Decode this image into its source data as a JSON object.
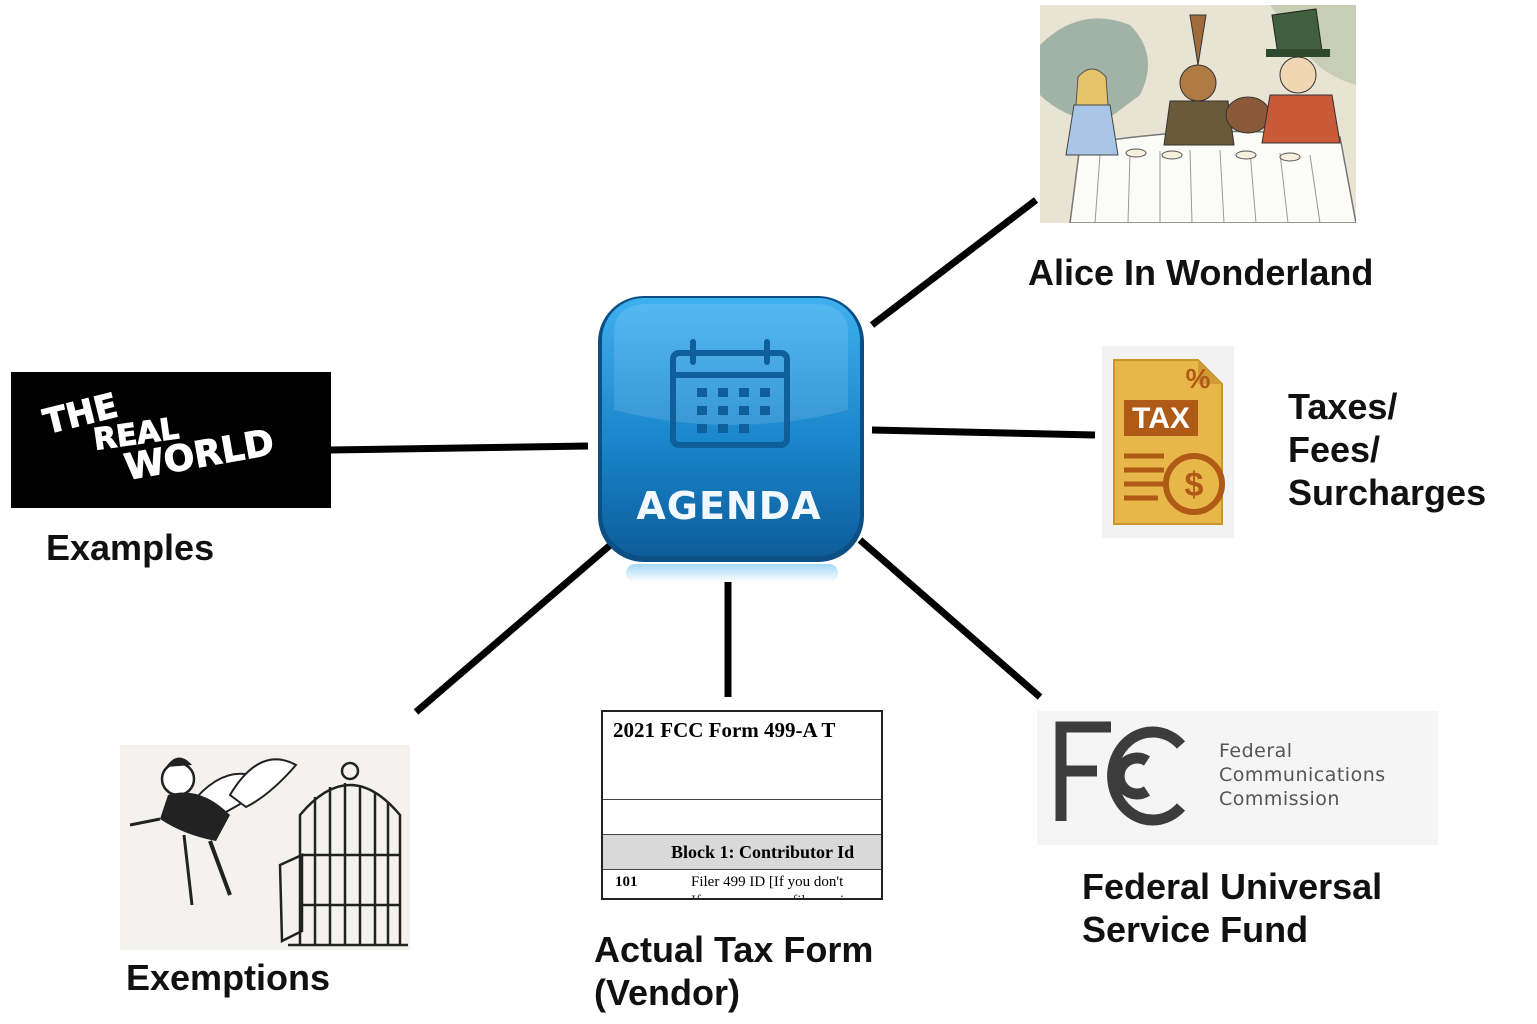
{
  "center": {
    "label": "AGENDA"
  },
  "nodes": {
    "alice": {
      "label": "Alice In Wonderland"
    },
    "taxes": {
      "label": "Taxes/\nFees/\nSurcharges",
      "badge_text": "TAX",
      "percent": "%",
      "dollar": "$"
    },
    "examples": {
      "label": "Examples",
      "logo_lines": [
        "THE",
        "REAL",
        "WORLD"
      ]
    },
    "exemptions": {
      "label": "Exemptions"
    },
    "tax_form": {
      "label": "Actual Tax Form\n(Vendor)",
      "form_title": "2021 FCC Form 499-A T",
      "block_title": "Block 1:  Contributor Id",
      "row_number": "101",
      "row_text": "Filer 499 ID  [If you don't",
      "row_text_2": "If you are a new filer, wri"
    },
    "fcc": {
      "label": "Federal Universal\nService Fund",
      "logo_mark": "FC",
      "logo_words": "Federal\nCommunications\nCommission"
    }
  },
  "colors": {
    "agenda_blue": "#1a7fc4",
    "tax_gold": "#e8b74a",
    "tax_brown": "#b05a17",
    "line": "#000000"
  }
}
